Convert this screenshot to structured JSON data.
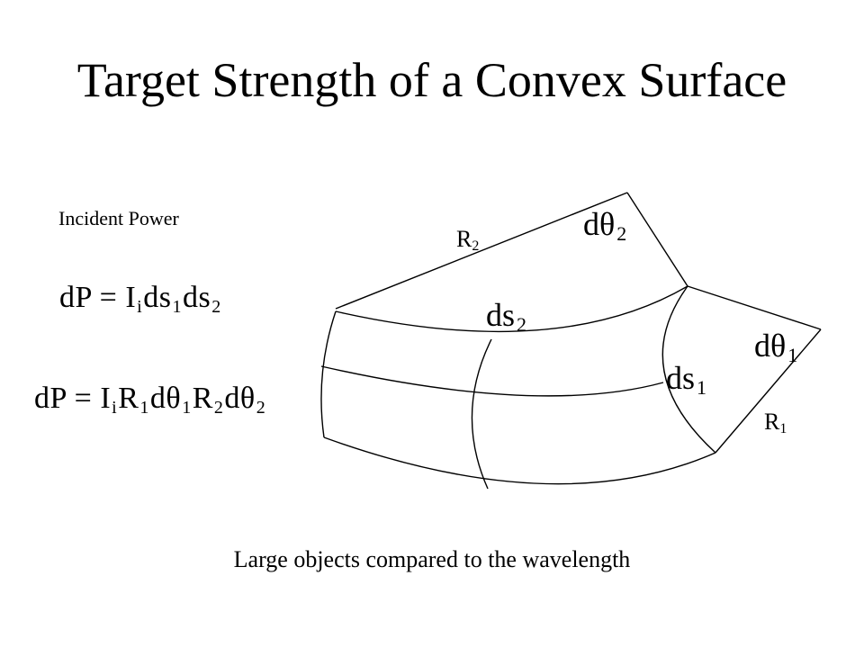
{
  "slide": {
    "title": "Target Strength of a Convex Surface",
    "incident_label": "Incident Power",
    "equations": {
      "eq1": {
        "lhs": "dP",
        "op": "=",
        "t1": "I",
        "t1_sub": "i",
        "t2": "ds",
        "t2_sub": "1",
        "t3": "ds",
        "t3_sub": "2"
      },
      "eq2": {
        "lhs": "dP",
        "op": "=",
        "t1": "I",
        "t1_sub": "i",
        "t2": "R",
        "t2_sub": "1",
        "t3": "dθ",
        "t3_sub": "1",
        "t4": "R",
        "t4_sub": "2",
        "t5": "dθ",
        "t5_sub": "2"
      }
    },
    "diagram_labels": {
      "R2": {
        "main": "R",
        "sub": "2"
      },
      "R1": {
        "main": "R",
        "sub": "1"
      },
      "dtheta2": {
        "main": "dθ",
        "sub": "2"
      },
      "dtheta1": {
        "main": "dθ",
        "sub": "1"
      },
      "ds2": {
        "main": "ds",
        "sub": "2"
      },
      "ds1": {
        "main": "ds",
        "sub": "1"
      }
    },
    "caption": "Large objects compared to the wavelength"
  }
}
